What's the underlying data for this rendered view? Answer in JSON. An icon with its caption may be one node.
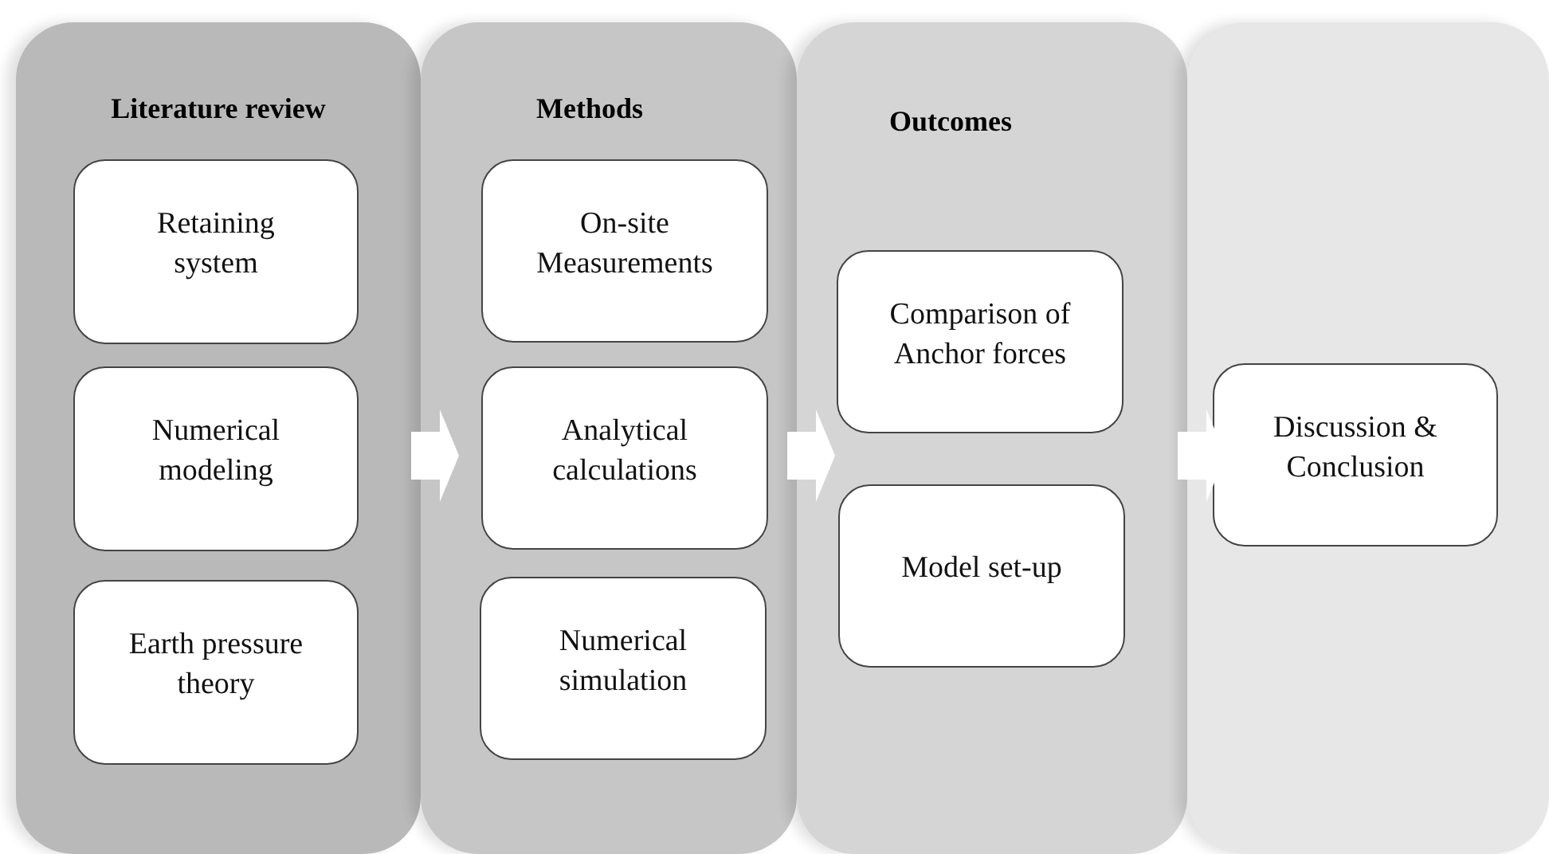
{
  "diagram": {
    "nodes": [
      {
        "text": [
          "Literature review"
        ]
      },
      {
        "text": [
          "Retaining system"
        ],
        "in": 0
      },
      {
        "text": [
          "Numerical modeling"
        ],
        "in": 0
      },
      {
        "text": [
          "Earth pressure theory"
        ],
        "in": 0
      },
      {
        "text": [
          "Methods"
        ]
      },
      {
        "text": [
          "On-site Measurements"
        ],
        "in": 4
      },
      {
        "text": [
          "Analytical calculations"
        ],
        "in": 4
      },
      {
        "text": [
          "Numerical simulation"
        ],
        "in": 4
      },
      {
        "text": [
          "Outcomes"
        ]
      },
      {
        "text": [
          "Comparison of Anchor forces"
        ],
        "in": 8
      },
      {
        "text": [
          "Model set-up"
        ],
        "in": 8
      },
      {
        "text": [],
        "shape": "band"
      },
      {
        "text": [
          "Discussion & Conclusion"
        ],
        "in": 11
      }
    ],
    "edges": [
      {
        "from": 0,
        "to": 4,
        "arrow": "to"
      },
      {
        "from": 4,
        "to": 8,
        "arrow": "to"
      },
      {
        "from": 8,
        "to": 11,
        "arrow": "to"
      }
    ]
  }
}
